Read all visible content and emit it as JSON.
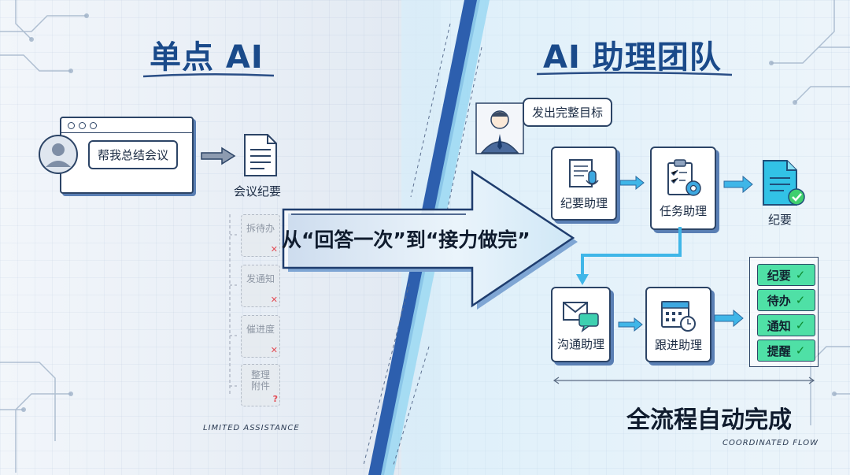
{
  "left": {
    "title": "单点 AI",
    "chat_bubble": "帮我总结会议",
    "doc_label": "会议纪要",
    "ghost_items": [
      "拆待办",
      "发通知",
      "催进度",
      "整理附件"
    ],
    "caption": "LIMITED ASSISTANCE"
  },
  "center": {
    "arrow_text": "从“回答一次”到“接力做完”"
  },
  "right": {
    "title": "AI 助理团队",
    "goal_bubble": "发出完整目标",
    "steps": {
      "minutes": "纪要助理",
      "task": "任务助理",
      "output": "纪要",
      "comm": "沟通助理",
      "follow": "跟进助理"
    },
    "checklist": [
      "纪要",
      "待办",
      "通知",
      "提醒"
    ],
    "check_mark": "✓",
    "summary": "全流程自动完成",
    "caption": "COORDINATED FLOW"
  },
  "colors": {
    "title": "#1a4a8a",
    "accent_cyan": "#2fb8e8",
    "chip_green": "#4fe0a6",
    "danger": "#e24c55"
  }
}
